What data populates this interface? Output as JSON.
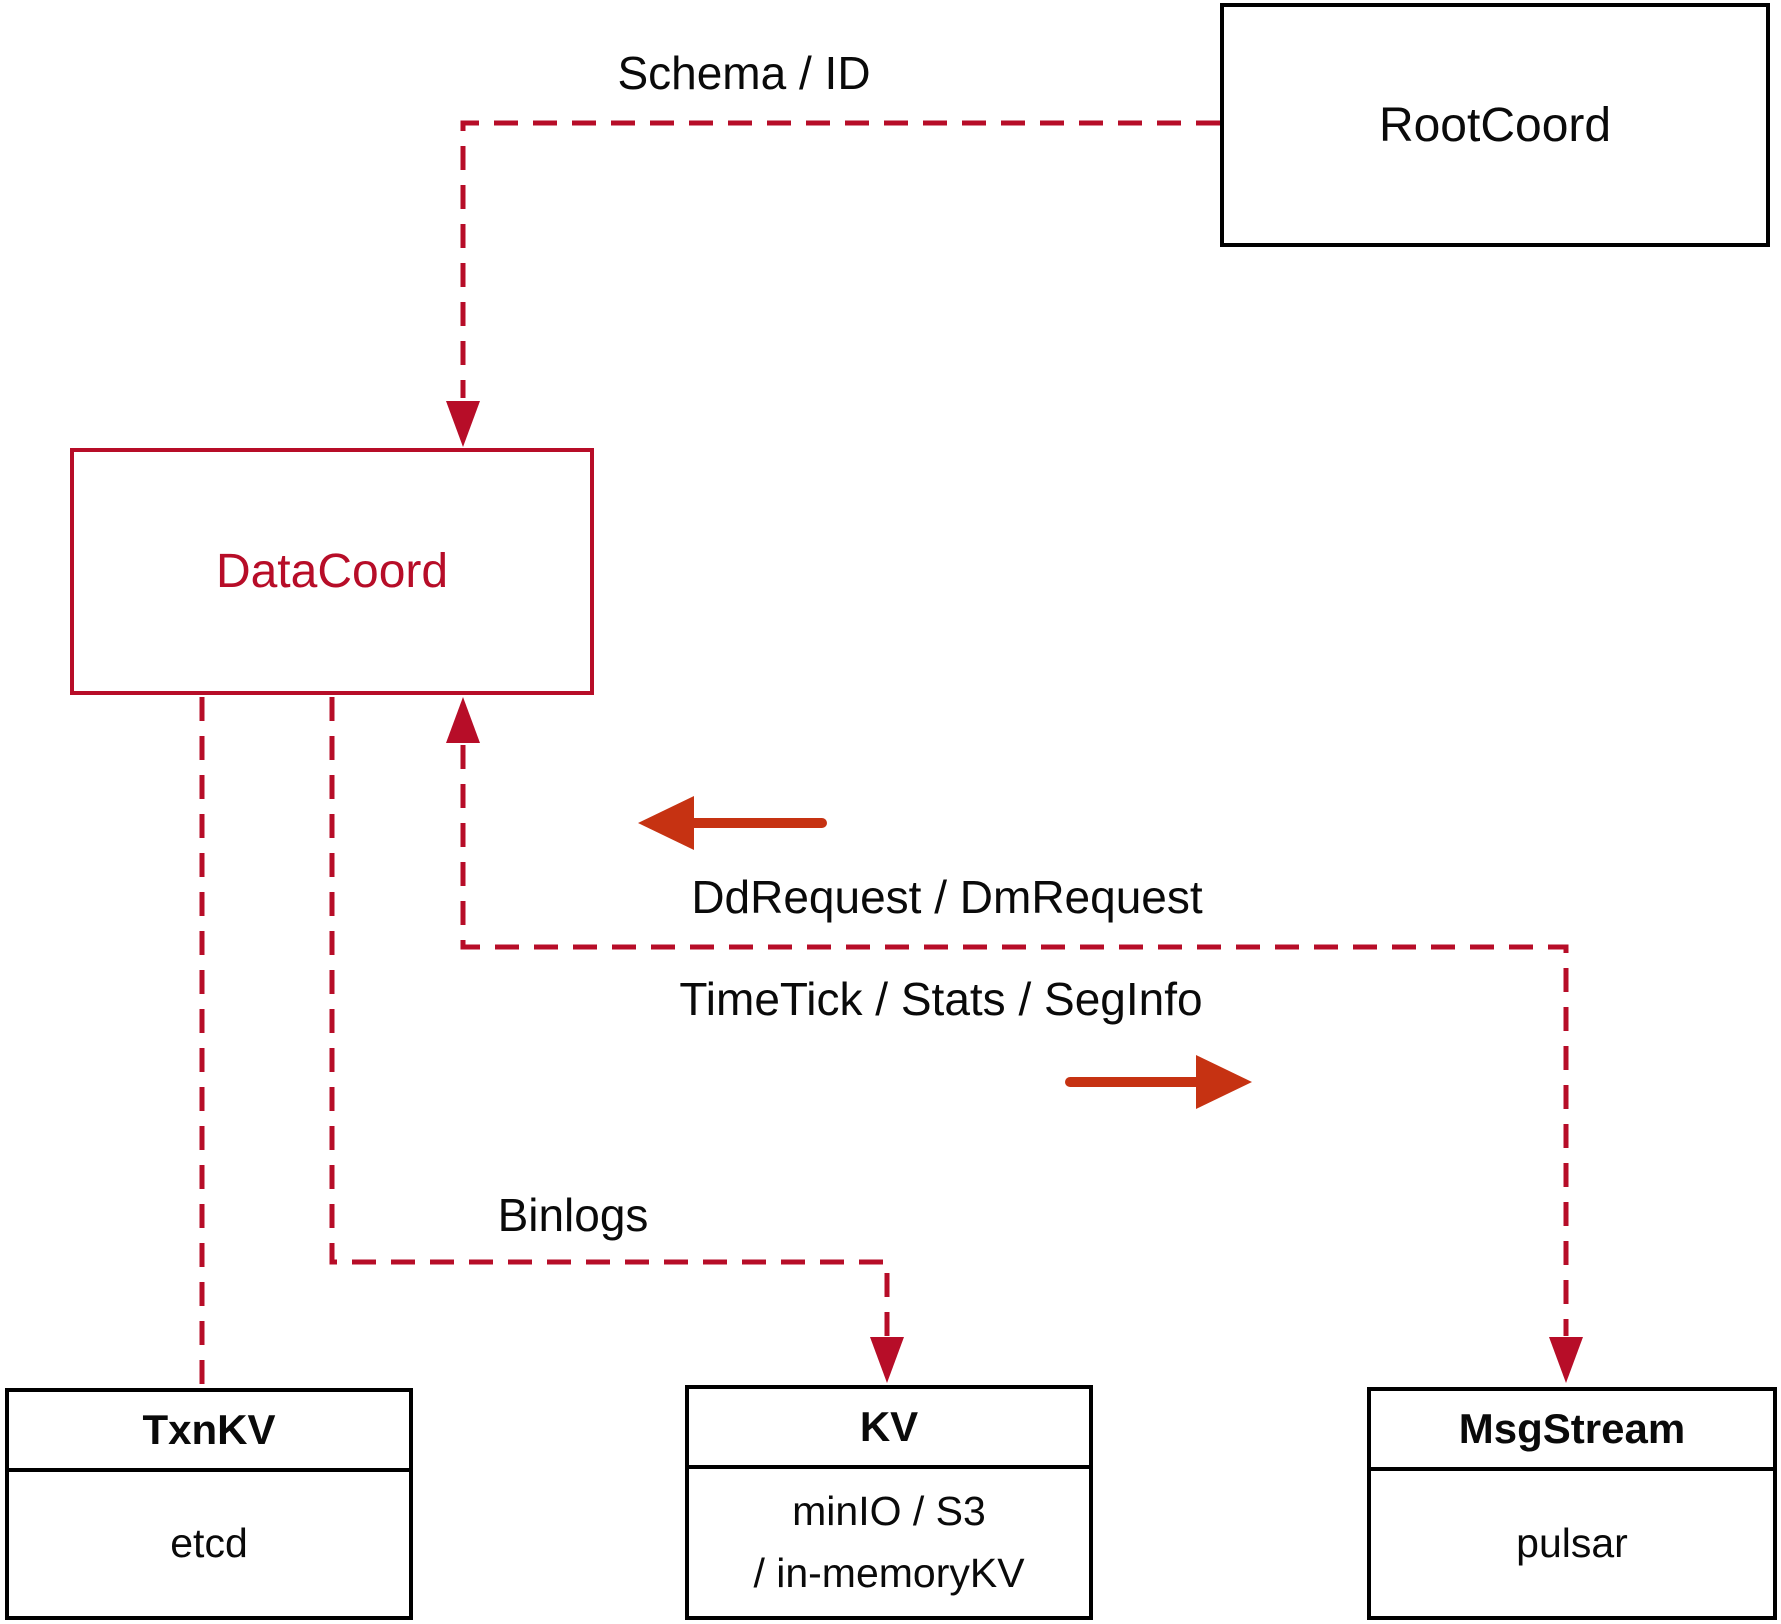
{
  "colors": {
    "dashed_line": "#b70d28",
    "solid_arrow": "#c63212",
    "box_border": "#000000",
    "text": "#0a0a0a"
  },
  "nodes": {
    "root_coord": {
      "label": "RootCoord"
    },
    "data_coord": {
      "label": "DataCoord"
    },
    "txn_kv": {
      "title": "TxnKV",
      "body": "etcd"
    },
    "kv": {
      "title": "KV",
      "body_line1": "minIO / S3",
      "body_line2": "/ in-memoryKV"
    },
    "msg_stream": {
      "title": "MsgStream",
      "body": "pulsar"
    }
  },
  "edges": {
    "schema_id": {
      "label": "Schema / ID"
    },
    "dd_request": {
      "label": "DdRequest / DmRequest"
    },
    "time_tick": {
      "label": "TimeTick / Stats / SegInfo"
    },
    "binlogs": {
      "label": "Binlogs"
    }
  }
}
